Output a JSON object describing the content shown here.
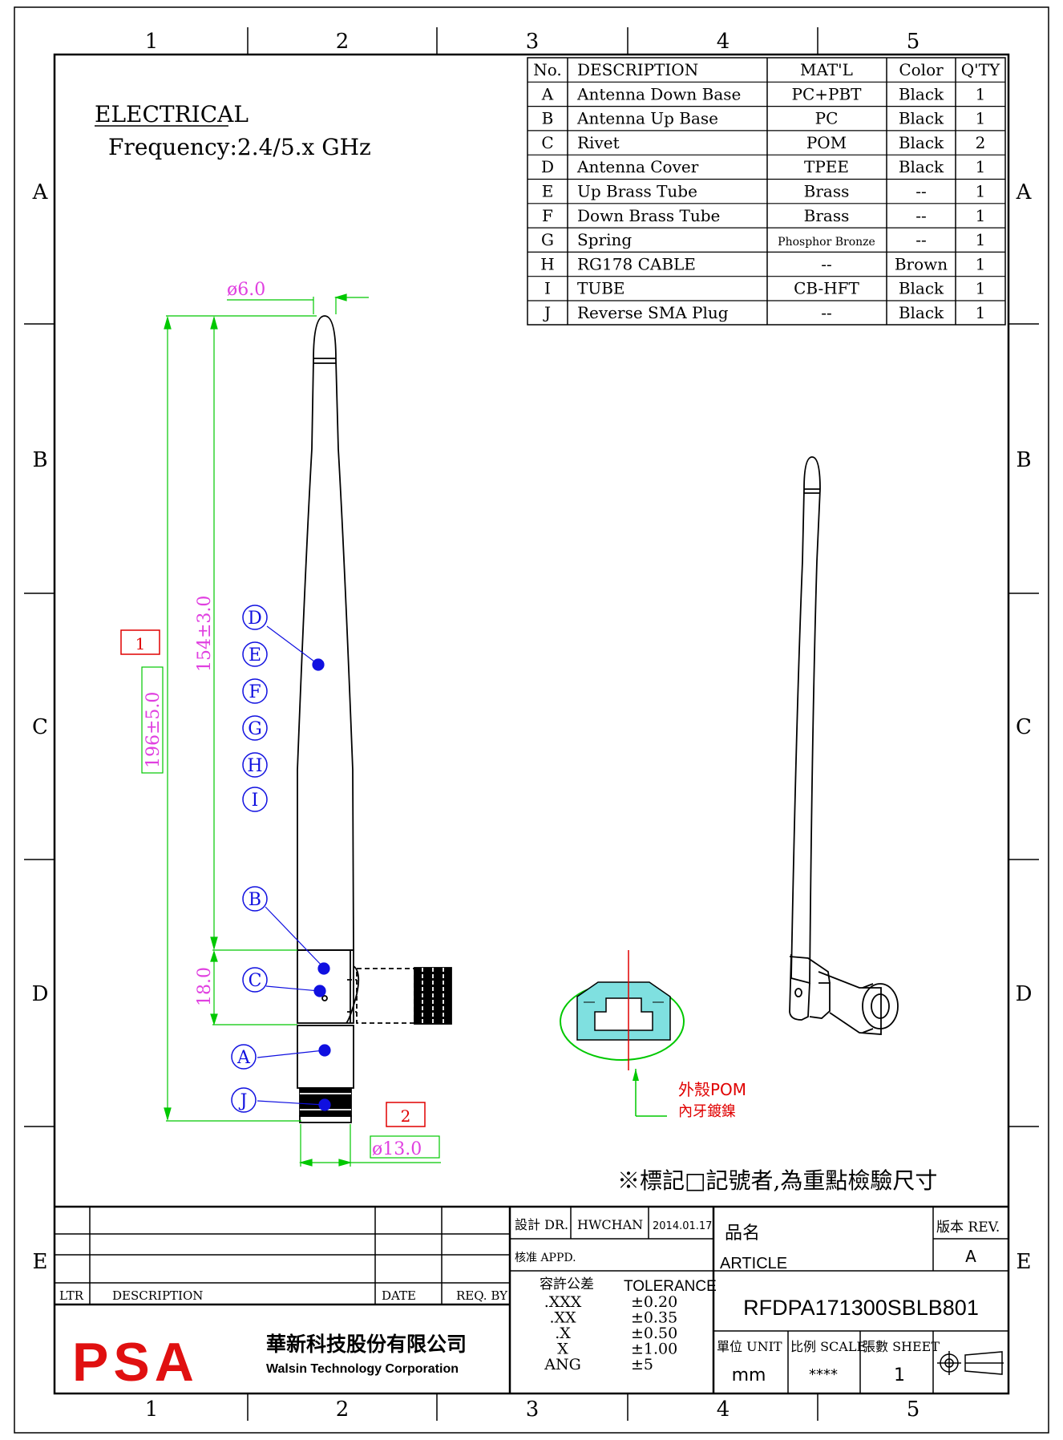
{
  "grid": {
    "columns": [
      "1",
      "2",
      "3",
      "4",
      "5"
    ],
    "rows": [
      "A",
      "B",
      "C",
      "D",
      "E"
    ]
  },
  "electrical": {
    "title": "ELECTRICAL",
    "frequency": "Frequency:2.4/5.x GHz"
  },
  "bom": {
    "headers": [
      "No.",
      "DESCRIPTION",
      "MAT'L",
      "Color",
      "Q'TY"
    ],
    "rows": [
      [
        "A",
        "Antenna Down Base",
        "PC+PBT",
        "Black",
        "1"
      ],
      [
        "B",
        "Antenna Up Base",
        "PC",
        "Black",
        "1"
      ],
      [
        "C",
        "Rivet",
        "POM",
        "Black",
        "2"
      ],
      [
        "D",
        "Antenna Cover",
        "TPEE",
        "Black",
        "1"
      ],
      [
        "E",
        "Up Brass Tube",
        "Brass",
        "--",
        "1"
      ],
      [
        "F",
        "Down Brass Tube",
        "Brass",
        "--",
        "1"
      ],
      [
        "G",
        "Spring",
        "Phosphor Bronze",
        "--",
        "1"
      ],
      [
        "H",
        "RG178 CABLE",
        "--",
        "Brown",
        "1"
      ],
      [
        "I",
        "TUBE",
        "CB-HFT",
        "Black",
        "1"
      ],
      [
        "J",
        "Reverse SMA Plug",
        "--",
        "Black",
        "1"
      ]
    ]
  },
  "dimensions": {
    "tip_dia": "ø6.0",
    "overall_len": "196±5.0",
    "cover_len": "154±3.0",
    "base_len": "18.0",
    "plug_dia": "ø13.0",
    "key_1": "1",
    "key_2": "2"
  },
  "callouts": [
    "D",
    "E",
    "F",
    "G",
    "H",
    "I",
    "B",
    "C",
    "A",
    "J"
  ],
  "detail": {
    "note_line1": "外殼POM",
    "note_line2": "內牙鍍鎳"
  },
  "inspection_note": "※標記□記號者,為重點檢驗尺寸",
  "title_block": {
    "rev_headers": [
      "LTR",
      "DESCRIPTION",
      "DATE",
      "REQ. BY"
    ],
    "dr_label": "設計 DR.",
    "dr_name": "HWCHAN",
    "dr_date": "2014.01.17",
    "appd_label": "核准 APPD.",
    "tol_label_cn": "容許公差",
    "tol_label_en": "TOLERANCE",
    "tolerances": [
      [
        ".XXX",
        "±0.20"
      ],
      [
        ".XX",
        "±0.35"
      ],
      [
        ".X",
        "±0.50"
      ],
      [
        "X",
        "±1.00"
      ],
      [
        "ANG",
        "±5"
      ]
    ],
    "article_cn": "品名",
    "article_en": "ARTICLE",
    "part_number": "RFDPA171300SBLB801",
    "rev_label": "版本 REV.",
    "rev_value": "A",
    "unit_label": "單位 UNIT",
    "unit_value": "mm",
    "scale_label": "比例 SCALE",
    "scale_value": "****",
    "sheet_label": "張數 SHEET",
    "sheet_value": "1",
    "company_cn": "華新科技股份有限公司",
    "company_en": "Walsin Technology Corporation",
    "logo_text": "PSA"
  },
  "colors": {
    "dimension": "#00c800",
    "dimension_text": "#e040e0",
    "callout": "#1010e0",
    "key_box": "#e00000",
    "note": "#e00000",
    "detail_fill": "#7fe0e0",
    "logo": "#e01010"
  }
}
